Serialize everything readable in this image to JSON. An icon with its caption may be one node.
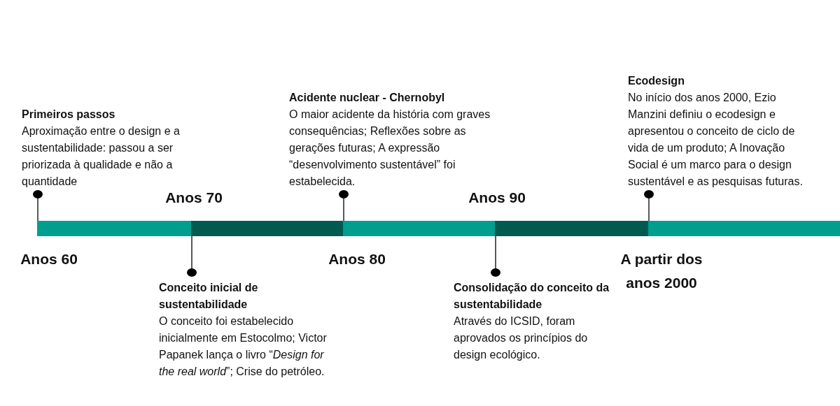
{
  "diagram": {
    "nodes": [
      {
        "text": [
          "Primeiros passos",
          "Aproximação entre o design e a sustentabilidade: passou a ser priorizada à qualidade e não a quantidade"
        ]
      },
      {
        "text": [
          "Conceito inicial de sustentabilidade",
          "O conceito foi estabelecido inicialmente em Estocolmo; Victor Papanek lança o livro “*Design for the real world*”; Crise do petróleo."
        ]
      },
      {
        "text": [
          "Acidente nuclear - Chernobyl",
          "O maior acidente da história com graves consequências; Reflexões sobre as gerações futuras; A expressão “desenvolvimento sustentável” foi estabelecida."
        ]
      },
      {
        "text": [
          "Consolidação do conceito da sustentabilidade",
          "Através do ICSID, foram aprovados os princípios do design ecológico."
        ]
      },
      {
        "text": [
          "Ecodesign",
          "No início dos anos 2000, Ezio Manzini definiu o ecodesign e apresentou o conceito de ciclo de vida de um produto; A Inovação Social é um marco para o design sustentável e as pesquisas futuras."
        ]
      },
      {
        "text": [],
        "shape": "bar"
      },
      {
        "text": [],
        "shape": "bar"
      },
      {
        "text": [],
        "shape": "bar"
      },
      {
        "text": [],
        "shape": "bar"
      },
      {
        "text": [],
        "shape": "bar"
      }
    ],
    "edges": [
      {
        "from": 0,
        "to": 5,
        "arrow": "other"
      },
      {
        "from": 1,
        "to": 6,
        "arrow": "other"
      },
      {
        "from": 2,
        "to": 7,
        "arrow": "other"
      },
      {
        "from": 3,
        "to": 8,
        "arrow": "other"
      },
      {
        "from": 4,
        "to": 9,
        "arrow": "other"
      }
    ],
    "labels": [
      "Anos 60",
      "Anos 70",
      "Anos 80",
      "Anos 90",
      "A partir dos anos 2000"
    ]
  }
}
